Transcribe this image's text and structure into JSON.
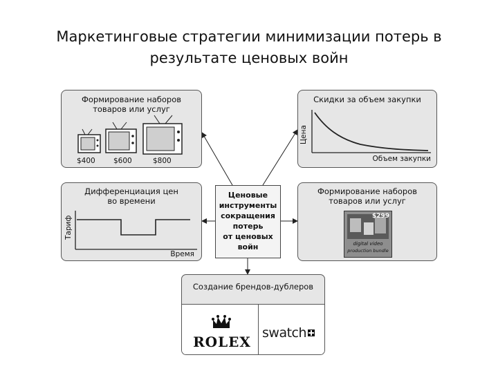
{
  "slide": {
    "title_line1": "Маркетинговые стратегии минимизации потерь в",
    "title_line2": "результате ценовых войн"
  },
  "center": {
    "lines": [
      "Ценовые",
      "инструменты",
      "сокращения",
      "потерь",
      "от ценовых",
      "войн"
    ]
  },
  "bundles_tv": {
    "title_line1": "Формирование наборов",
    "title_line2": "товаров или услуг",
    "prices": [
      "$400",
      "$600",
      "$800"
    ]
  },
  "volume_discount": {
    "title": "Скидки за объем закупки",
    "ylabel": "Цена",
    "xlabel": "Объем закупки"
  },
  "time_pricing": {
    "title_line1": "Дифференциация цен",
    "title_line2": "во времени",
    "ylabel": "Тариф",
    "xlabel": "Время"
  },
  "bundles_product": {
    "title_line1": "Формирование наборов",
    "title_line2": "товаров или услуг",
    "pack_price": "$299",
    "pack_line1": "digital video",
    "pack_line2": "production bundle"
  },
  "fighter_brands": {
    "title": "Создание брендов-дублеров",
    "logo_left": "ROLEX",
    "logo_right": "swatch"
  }
}
